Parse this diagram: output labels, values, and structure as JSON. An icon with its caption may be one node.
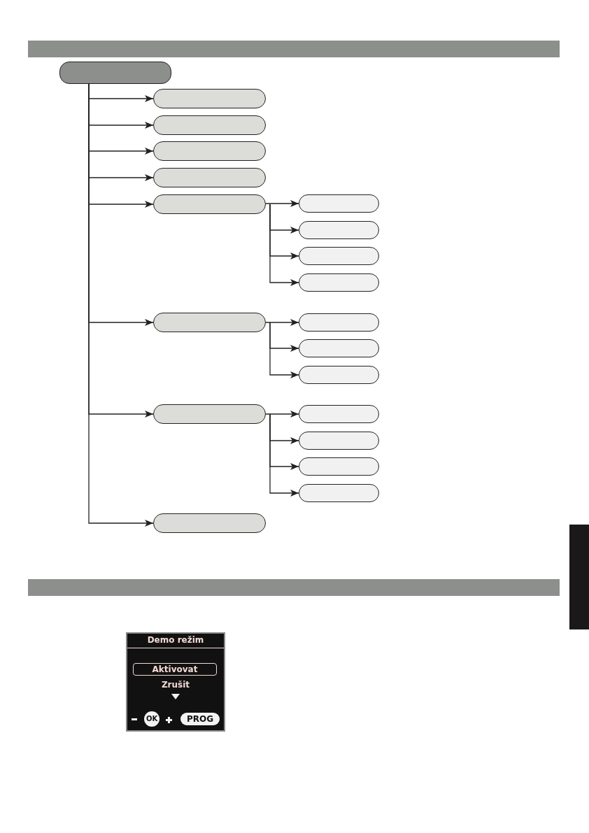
{
  "diagram": {
    "nodes": [
      {
        "text": [],
        "shape": "box"
      },
      {
        "text": [],
        "shape": "box"
      },
      {
        "text": [],
        "shape": "box"
      },
      {
        "text": [],
        "shape": "box"
      },
      {
        "text": [],
        "shape": "box"
      },
      {
        "text": [],
        "shape": "box"
      },
      {
        "text": [],
        "shape": "box"
      },
      {
        "text": [],
        "shape": "box"
      },
      {
        "text": [],
        "shape": "box"
      },
      {
        "text": [],
        "shape": "box"
      },
      {
        "text": [],
        "shape": "box"
      },
      {
        "text": [],
        "shape": "box"
      },
      {
        "text": [],
        "shape": "box"
      },
      {
        "text": [],
        "shape": "box"
      },
      {
        "text": [],
        "shape": "box"
      },
      {
        "text": [],
        "shape": "box"
      },
      {
        "text": [],
        "shape": "box"
      },
      {
        "text": [],
        "shape": "box"
      },
      {
        "text": [],
        "shape": "box"
      },
      {
        "text": [],
        "shape": "box"
      },
      {
        "text": [],
        "shape": "bar"
      }
    ],
    "edges": [
      {
        "from": 0,
        "to": 1,
        "arrow": "to"
      },
      {
        "from": 0,
        "to": 2,
        "arrow": "to"
      },
      {
        "from": 0,
        "to": 3,
        "arrow": "to"
      },
      {
        "from": 0,
        "to": 4,
        "arrow": "to"
      },
      {
        "from": 0,
        "to": 5,
        "arrow": "to"
      },
      {
        "from": 5,
        "to": 6,
        "arrow": "to"
      },
      {
        "from": 5,
        "to": 7,
        "arrow": "to"
      },
      {
        "from": 5,
        "to": 8,
        "arrow": "to"
      },
      {
        "from": 5,
        "to": 9,
        "arrow": "to"
      },
      {
        "from": 0,
        "to": 10,
        "arrow": "to"
      },
      {
        "from": 10,
        "to": 11,
        "arrow": "to"
      },
      {
        "from": 10,
        "to": 12,
        "arrow": "to"
      },
      {
        "from": 10,
        "to": 13,
        "arrow": "to"
      },
      {
        "from": 0,
        "to": 14,
        "arrow": "to"
      },
      {
        "from": 14,
        "to": 15,
        "arrow": "to"
      },
      {
        "from": 14,
        "to": 16,
        "arrow": "to"
      },
      {
        "from": 14,
        "to": 17,
        "arrow": "to"
      },
      {
        "from": 14,
        "to": 18,
        "arrow": "to"
      },
      {
        "from": 0,
        "to": 19,
        "arrow": "to"
      }
    ],
    "labels": [
      "Demo režim",
      "Aktivovat",
      "Zrušit",
      "OK",
      "PROG"
    ]
  }
}
